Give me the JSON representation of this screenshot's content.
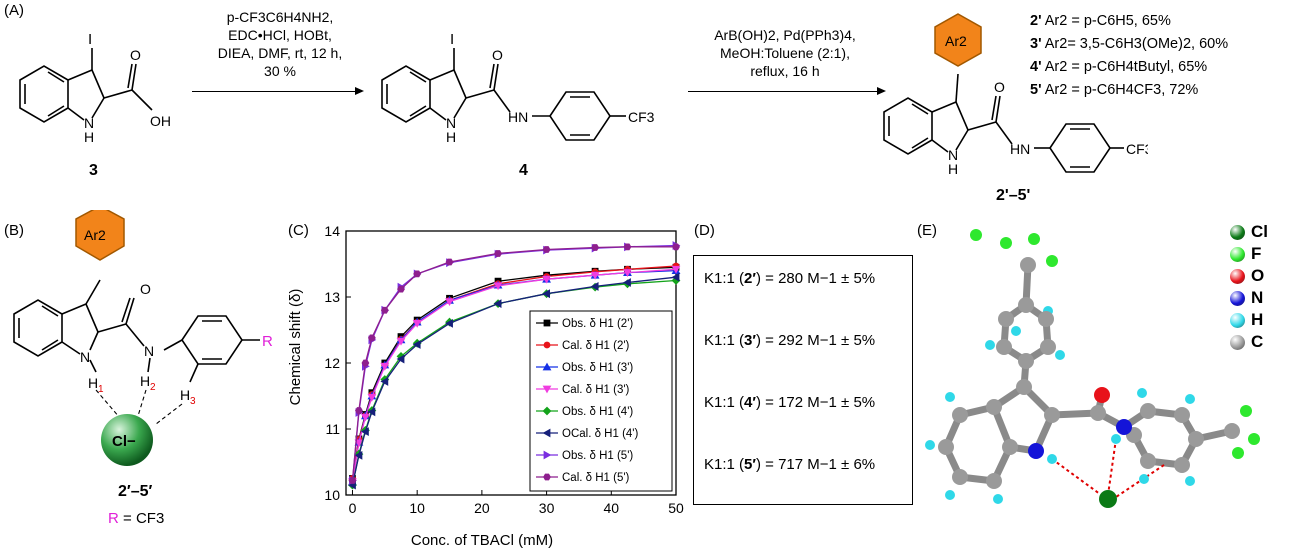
{
  "panel_labels": {
    "a": "(A)",
    "b": "(B)",
    "c": "(C)",
    "d": "(D)",
    "e": "(E)"
  },
  "scheme": {
    "compound_3": "3",
    "compound_4": "4",
    "compound_products": "2'–5'",
    "step1_conditions": [
      "p-CF3C6H4NH2,",
      "EDC•HCl, HOBt,",
      "DIEA, DMF, rt, 12 h,",
      "30 %"
    ],
    "step2_conditions": [
      "ArB(OH)2, Pd(PPh3)4,",
      "MeOH:Toluene (2:1),",
      "reflux, 16 h"
    ],
    "atom_labels": {
      "iodine": "I",
      "nh": "N",
      "h": "H",
      "oh": "OH",
      "o": "O",
      "hn": "HN",
      "cf3": "CF3",
      "ar2": "Ar2"
    },
    "products": [
      {
        "id": "2'",
        "text": "Ar2 = p-C6H5, 65%"
      },
      {
        "id": "3'",
        "text": "Ar2= 3,5-C6H3(OMe)2, 60%"
      },
      {
        "id": "4'",
        "text": "Ar2 = p-C6H4tButyl, 65%"
      },
      {
        "id": "5'",
        "text": "Ar2 = p-C6H4CF3, 72%"
      }
    ]
  },
  "panel_b": {
    "compound": "2′–5′",
    "r_label": "R",
    "r_def_eq": "=",
    "r_def_val": "CF3",
    "h_labels": [
      "H",
      "H",
      "H"
    ],
    "h_subs": [
      "1",
      "2",
      "3"
    ],
    "anion": "Cl−"
  },
  "chart_data": {
    "type": "line",
    "xlabel": "Conc. of TBACl (mM)",
    "ylabel": "Chemical shift (δ)",
    "xlim": [
      -1,
      50
    ],
    "ylim": [
      10,
      14
    ],
    "xticks": [
      0,
      10,
      20,
      30,
      40,
      50
    ],
    "yticks": [
      10,
      11,
      12,
      13,
      14
    ],
    "legend_position": "bottom-right",
    "x": [
      0,
      1,
      2,
      3,
      5,
      7.5,
      10,
      15,
      22.5,
      30,
      37.5,
      42.5,
      50
    ],
    "series": [
      {
        "name": "Obs. δ H1 (2')",
        "color": "#000000",
        "marker": "square",
        "values": [
          10.25,
          10.85,
          11.22,
          11.55,
          12.0,
          12.4,
          12.65,
          12.98,
          13.24,
          13.33,
          13.39,
          13.42,
          13.45
        ]
      },
      {
        "name": "Cal. δ H1 (2')",
        "color": "#e8131a",
        "marker": "circle",
        "values": [
          10.25,
          10.84,
          11.2,
          11.52,
          11.96,
          12.36,
          12.62,
          12.95,
          13.2,
          13.31,
          13.38,
          13.42,
          13.47
        ]
      },
      {
        "name": "Obs. δ H1 (3')",
        "color": "#1530e6",
        "marker": "triangle-up",
        "values": [
          10.2,
          10.8,
          11.2,
          11.5,
          11.97,
          12.35,
          12.62,
          12.95,
          13.18,
          13.27,
          13.33,
          13.37,
          13.4
        ]
      },
      {
        "name": "Cal. δ H1 (3')",
        "color": "#f03ce0",
        "marker": "triangle-down",
        "values": [
          10.2,
          10.79,
          11.18,
          11.48,
          11.95,
          12.33,
          12.6,
          12.93,
          13.17,
          13.27,
          13.33,
          13.37,
          13.42
        ]
      },
      {
        "name": "Obs. δ H1 (4')",
        "color": "#13a31a",
        "marker": "diamond",
        "values": [
          10.15,
          10.62,
          10.98,
          11.28,
          11.75,
          12.1,
          12.3,
          12.62,
          12.9,
          13.05,
          13.15,
          13.2,
          13.25
        ]
      },
      {
        "name": "OCal. δ H1 (4')",
        "color": "#16207a",
        "marker": "triangle-left",
        "values": [
          10.15,
          10.6,
          10.96,
          11.26,
          11.72,
          12.06,
          12.28,
          12.6,
          12.9,
          13.05,
          13.16,
          13.22,
          13.3
        ]
      },
      {
        "name": "Obs. δ H1 (5')",
        "color": "#7a2ee0",
        "marker": "triangle-right",
        "values": [
          10.22,
          11.25,
          11.95,
          12.35,
          12.8,
          13.15,
          13.35,
          13.52,
          13.65,
          13.71,
          13.74,
          13.76,
          13.78
        ]
      },
      {
        "name": "Cal. δ H1 (5')",
        "color": "#8e1f8e",
        "marker": "hexagon",
        "values": [
          10.22,
          11.28,
          12.0,
          12.38,
          12.8,
          13.12,
          13.35,
          13.53,
          13.66,
          13.72,
          13.75,
          13.76,
          13.76
        ]
      }
    ]
  },
  "binding_constants": [
    {
      "label": "K1:1",
      "id": "2′",
      "value": "= 280 M−1 ± 5%"
    },
    {
      "label": "K1:1",
      "id": "3′",
      "value": "= 292 M−1 ± 5%"
    },
    {
      "label": "K1:1",
      "id": "4′",
      "value": "= 172 M−1 ± 5%"
    },
    {
      "label": "K1:1",
      "id": "5′",
      "value": "= 717 M−1 ± 6%"
    }
  ],
  "crystal_legend": [
    {
      "symbol": "Cl",
      "color": "#0b7a16"
    },
    {
      "symbol": "F",
      "color": "#2ee82e"
    },
    {
      "symbol": "O",
      "color": "#e8121a"
    },
    {
      "symbol": "N",
      "color": "#1414d8"
    },
    {
      "symbol": "H",
      "color": "#2fd8e8"
    },
    {
      "symbol": "C",
      "color": "#9a9a9a"
    }
  ]
}
